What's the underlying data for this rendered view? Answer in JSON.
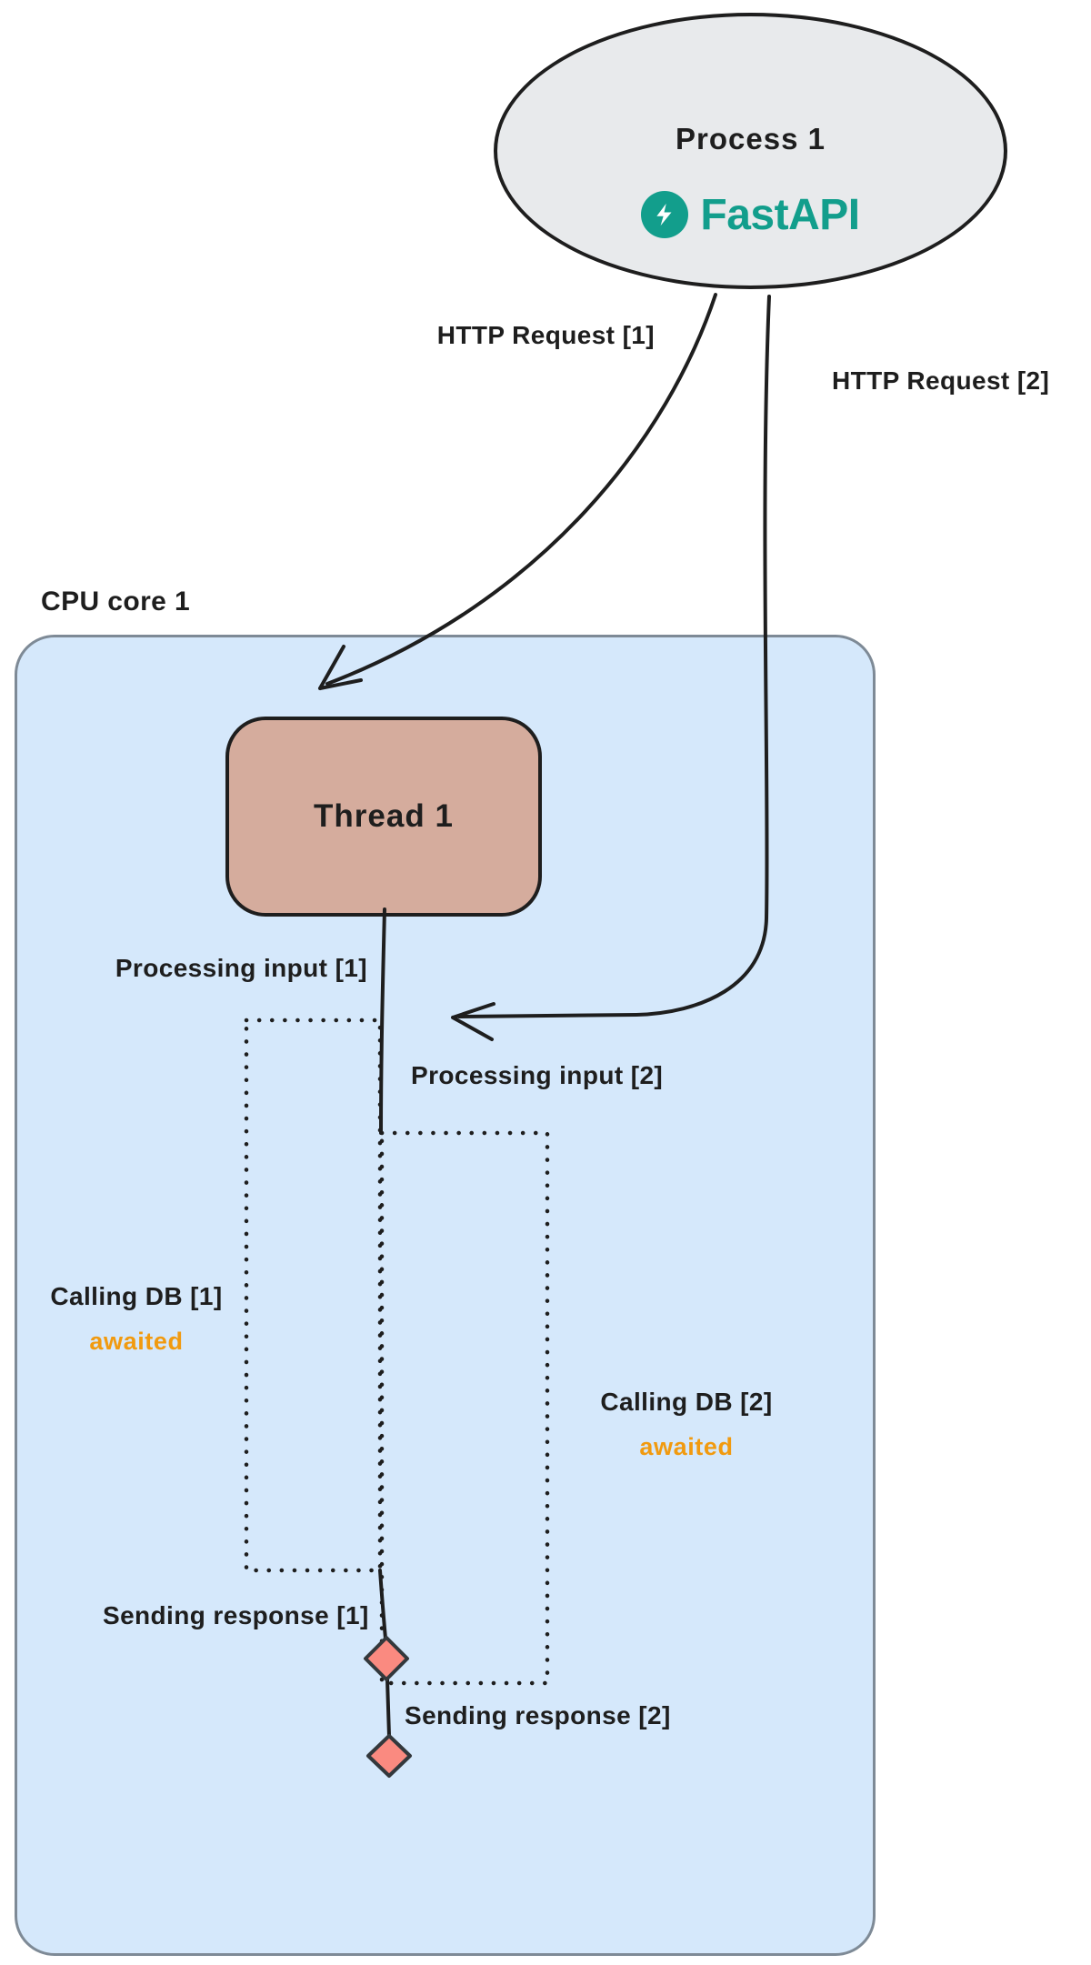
{
  "process": {
    "label": "Process 1",
    "brand": "FastAPI"
  },
  "requests": {
    "r1": "HTTP Request [1]",
    "r2": "HTTP Request [2]"
  },
  "cpu": {
    "label": "CPU core 1"
  },
  "thread": {
    "label": "Thread 1"
  },
  "timeline": {
    "processing1": "Processing input [1]",
    "processing2": "Processing input [2]",
    "calling_db1": "Calling DB [1]",
    "calling_db1_status": "awaited",
    "calling_db2": "Calling DB [2]",
    "calling_db2_status": "awaited",
    "sending1": "Sending response [1]",
    "sending2": "Sending response [2]"
  },
  "icons": {
    "fastapi_logo": "lightning-bolt-icon"
  },
  "colors": {
    "ink": "#1e1e1e",
    "paper": "#ffffff",
    "process_fill": "#e8eaec",
    "cpu_fill": "#d5e8fb",
    "cpu_stroke": "#7e8a96",
    "thread_fill": "#d5ac9d",
    "diamond_fill": "#fa8a80",
    "diamond_stroke": "#33383c",
    "awaited_orange": "#f19a0f",
    "fastapi_teal": "#129e8c"
  }
}
